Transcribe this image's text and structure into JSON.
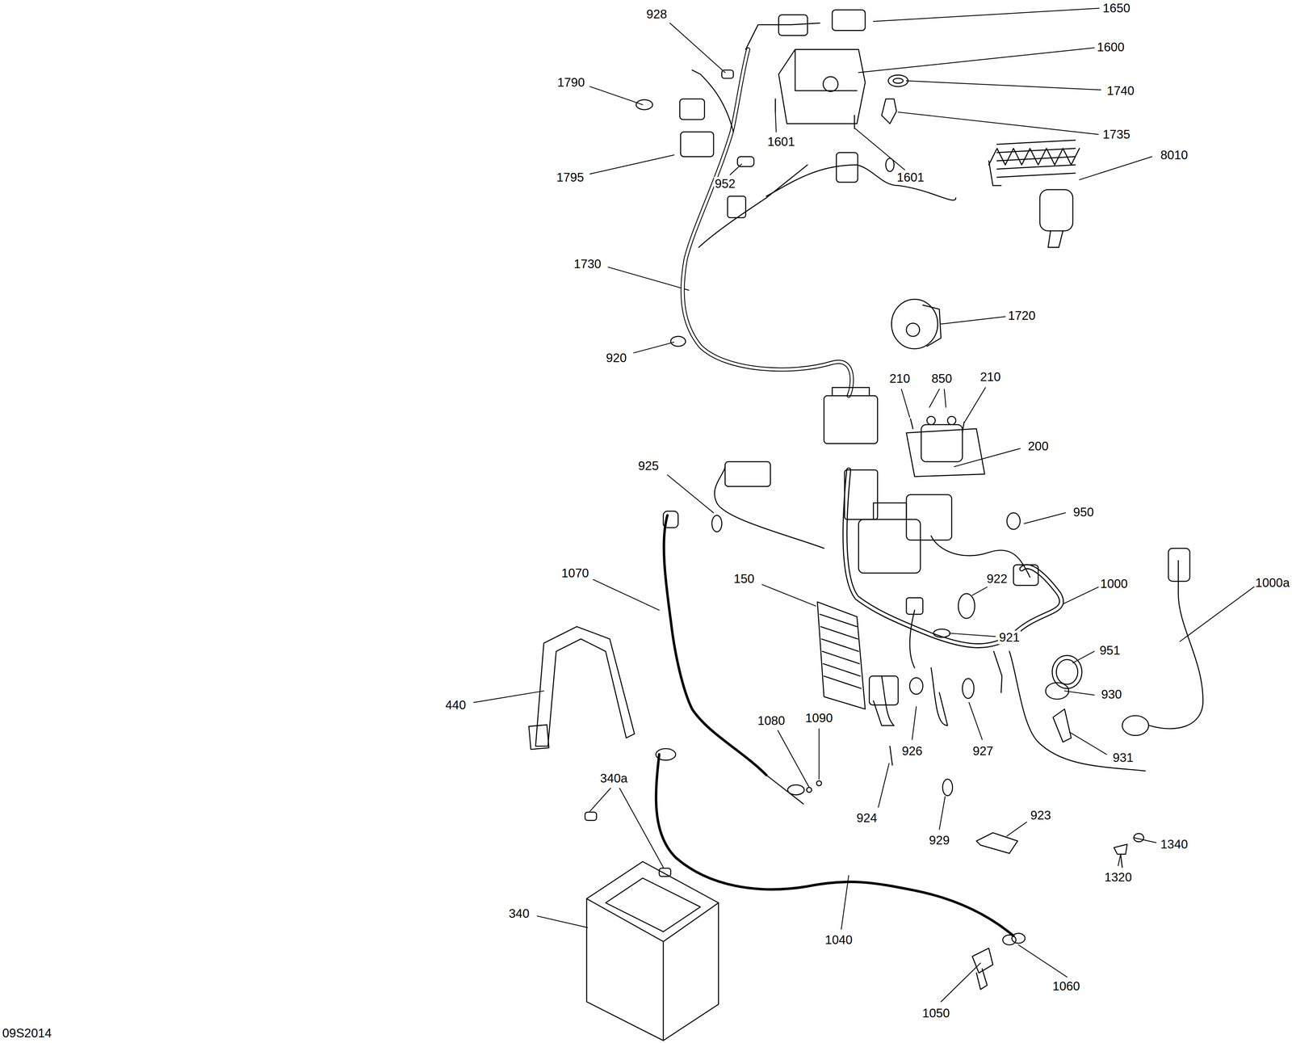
{
  "diagram": {
    "labels": [
      "928",
      "1650",
      "1600",
      "1790",
      "1740",
      "1735",
      "1601",
      "1601",
      "8010",
      "1795",
      "952",
      "1730",
      "1720",
      "920",
      "210",
      "850",
      "210",
      "200",
      "925",
      "950",
      "1070",
      "150",
      "922",
      "1000",
      "1000a",
      "921",
      "951",
      "930",
      "440",
      "1080",
      "1090",
      "926",
      "927",
      "931",
      "924",
      "923",
      "929",
      "340a",
      "1340",
      "1320",
      "340",
      "1040",
      "1060",
      "1050",
      "09S2014"
    ]
  }
}
